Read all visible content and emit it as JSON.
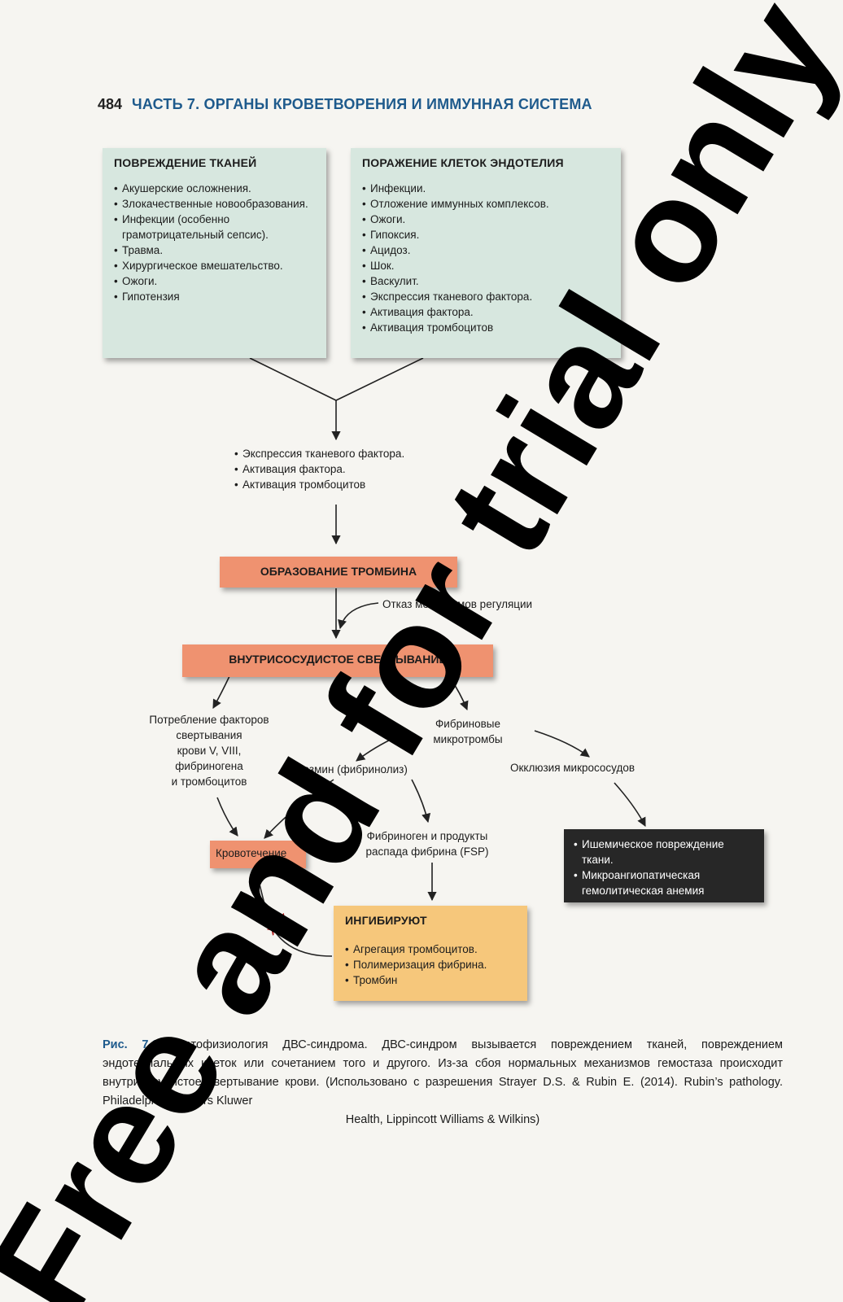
{
  "header": {
    "page_number": "484",
    "title": "ЧАСТЬ 7. ОРГАНЫ КРОВЕТВОРЕНИЯ И ИММУННАЯ СИСТЕМА"
  },
  "tissue_damage": {
    "title": "ПОВРЕЖДЕНИЕ ТКАНЕЙ",
    "items": [
      "Акушерские осложнения.",
      "Злокачественные новообразования.",
      "Инфекции (особенно грамотрицательный сепсис).",
      "Травма.",
      "Хирургическое вмешательство.",
      "Ожоги.",
      "Гипотензия"
    ]
  },
  "endothelial_damage": {
    "title": "ПОРАЖЕНИЕ КЛЕТОК ЭНДОТЕЛИЯ",
    "items": [
      "Инфекции.",
      "Отложение иммунных комплексов.",
      "Ожоги.",
      "Гипоксия.",
      "Ацидоз.",
      "Шок.",
      "Васкулит.",
      "Экспрессия тканевого фактора.",
      "Активация фактора.",
      "Активация тромбоцитов"
    ]
  },
  "mid_list": [
    "Экспрессия тканевого фактора.",
    "Активация фактора.",
    "Активация тромбоцитов"
  ],
  "thrombin": "ОБРАЗОВАНИЕ ТРОМБИНА",
  "regulation_failure": "Отказ механизмов регуляции",
  "intravascular": "ВНУТРИСОСУДИСТОЕ СВЕРТЫВАНИЕ",
  "consumption": [
    "Потребление факторов",
    "свертывания",
    "крови V, VIII,",
    "фибриногена",
    "и тромбоцитов"
  ],
  "microthrombi": [
    "Фибриновые",
    "микротромбы"
  ],
  "plasmin": "Плазмин (фибринолиз)",
  "occlusion": "Окклюзия микрососудов",
  "fsp": [
    "Фибриноген и продукты",
    "распада фибрина (FSP)"
  ],
  "bleeding": "Кровотечение",
  "ischemic": [
    "Ишемическое повреждение ткани.",
    "Микроангиопатическая гемолитическая анемия"
  ],
  "inhibit": {
    "title": "ИНГИБИРУЮТ",
    "items": [
      "Агрегация тромбоцитов.",
      "Полимеризация фибрина.",
      "Тромбин"
    ]
  },
  "block_mark": "XXX",
  "caption": {
    "label": "Рис. 7.1.",
    "text": "Патофизиология ДВС-синдрома. ДВС-синдром вызывается повреждением тканей, повреждением эндотелиальных клеток или сочетанием того и другого. Из-за сбоя нормальных механизмов гемостаза происходит внутрисосудистое свертывание крови. (Использовано с разрешения Strayer D.S. & Rubin E. (2014). Rubin’s pathology. Philadelphia: Wolters Kluwer",
    "last_line": "Health, Lippincott Williams & Wilkins)"
  },
  "watermark": "Free and for trial only",
  "colors": {
    "green": "#d7e7df",
    "salmon": "#ef9270",
    "orange": "#f6c77b",
    "dark": "#272727",
    "blue": "#1e5a8c"
  }
}
